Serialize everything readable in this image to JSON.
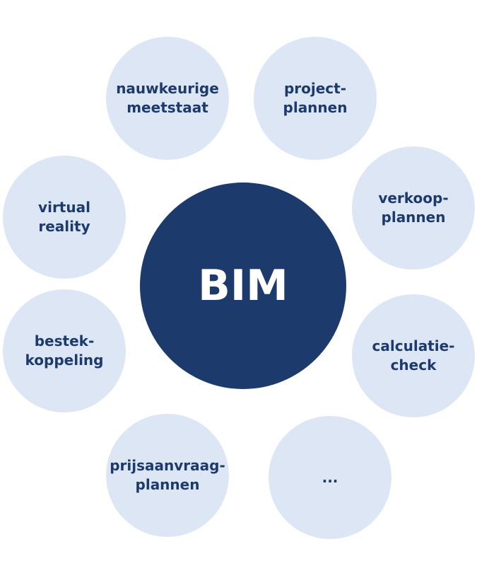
{
  "center": {
    "label": "BIM"
  },
  "nodes": [
    {
      "label": "nauwkeurige\nmeetstaat"
    },
    {
      "label": "project-\nplannen"
    },
    {
      "label": "verkoop-\nplannen"
    },
    {
      "label": "virtual\nreality"
    },
    {
      "label": "bestek-\nkoppeling"
    },
    {
      "label": "calculatie-\ncheck"
    },
    {
      "label": "prijsaanvraag-\nplannen"
    },
    {
      "label": "..."
    }
  ],
  "colors": {
    "center_fill": "#1c3a6b",
    "node_fill": "#dde6f4",
    "node_text": "#1c3a6b",
    "center_text": "#ffffff"
  }
}
